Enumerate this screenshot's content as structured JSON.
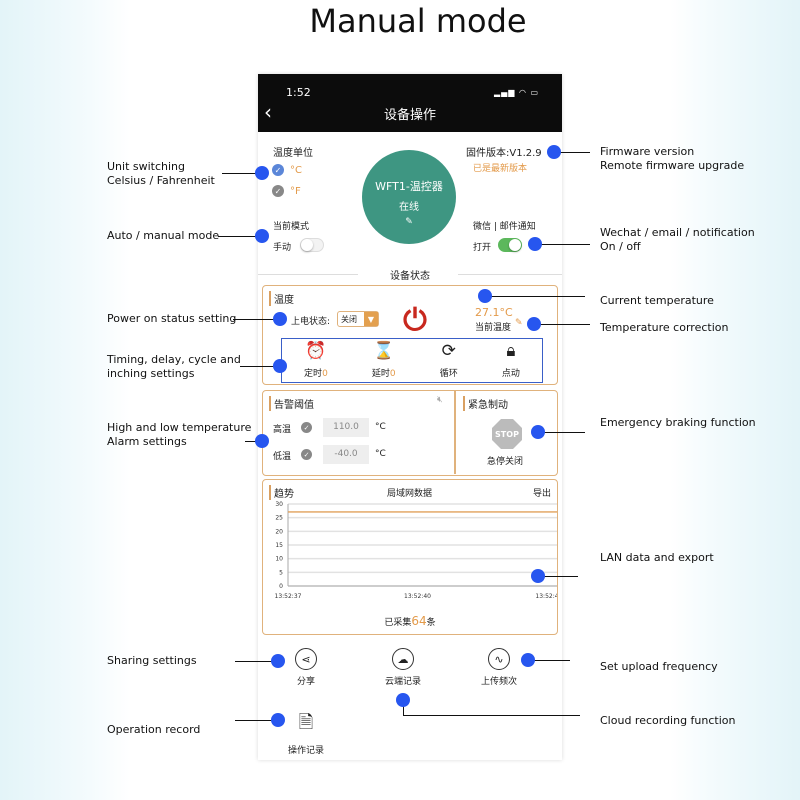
{
  "title": "Manual mode",
  "phone": {
    "status_time": "1:52",
    "header_title": "设备操作",
    "unit": {
      "label": "温度单位",
      "celsius": "°C",
      "fahrenheit": "°F",
      "selected": "°C"
    },
    "device": {
      "name": "WFT1-温控器",
      "status": "在线"
    },
    "firmware": {
      "label": "固件版本:V1.2.9",
      "status": "已是最新版本"
    },
    "mode": {
      "label": "当前模式",
      "value": "手动",
      "on": false
    },
    "notify": {
      "label": "微信 | 邮件通知",
      "value": "打开",
      "on": true
    },
    "section_title": "设备状态",
    "temp_box": {
      "header": "温度",
      "power_label": "上电状态:",
      "power_value": "关闭",
      "current_temp": "27.1°C",
      "current_label": "当前温度",
      "functions": [
        {
          "label": "定时",
          "count": "0",
          "icon": "alarm-clock-icon"
        },
        {
          "label": "延时",
          "count": "0",
          "icon": "hourglass-icon"
        },
        {
          "label": "循环",
          "count": "",
          "icon": "cycle-icon"
        },
        {
          "label": "点动",
          "count": "",
          "icon": "lock-icon"
        }
      ]
    },
    "alarm": {
      "header": "告警阈值",
      "high_label": "高温",
      "high_value": "110.0",
      "low_label": "低温",
      "low_value": "-40.0",
      "unit": "°C"
    },
    "emergency": {
      "header": "紧急制动",
      "stop_text": "STOP",
      "label": "急停关闭"
    },
    "trend": {
      "header": "趋势",
      "center": "局域网数据",
      "export": "导出",
      "collected_prefix": "已采集",
      "collected_count": "64",
      "collected_suffix": "条"
    },
    "bottom": {
      "share": "分享",
      "cloud": "云端记录",
      "upload": "上传频次",
      "record": "操作记录"
    }
  },
  "chart_data": {
    "type": "line",
    "x": [
      "13:52:37",
      "13:52:40",
      "13:52:4"
    ],
    "y_ticks": [
      0,
      5,
      10,
      15,
      20,
      25,
      30
    ],
    "ylim": [
      0,
      30
    ],
    "series": [
      {
        "values": [
          27.1,
          27.1,
          27.1
        ],
        "color": "#e0a05a"
      }
    ],
    "grid": true
  },
  "annotations": {
    "unit": [
      "Unit switching",
      "Celsius / Fahrenheit"
    ],
    "mode": [
      "Auto / manual mode"
    ],
    "power": [
      "Power on status setting"
    ],
    "timing": [
      "Timing, delay, cycle and",
      "inching settings"
    ],
    "alarm": [
      "High and low temperature",
      "Alarm settings"
    ],
    "share": [
      "Sharing settings"
    ],
    "record": [
      "Operation record"
    ],
    "firmware": [
      "Firmware version",
      "Remote firmware upgrade"
    ],
    "notify": [
      "Wechat / email / notification",
      "On / off"
    ],
    "current": [
      "Current temperature"
    ],
    "correction": [
      "Temperature correction"
    ],
    "emergency": [
      "Emergency braking function"
    ],
    "lan": [
      "LAN data and export"
    ],
    "upload": [
      "Set upload frequency"
    ],
    "cloud": [
      "Cloud recording function"
    ]
  },
  "colors": {
    "accent": "#2756ef",
    "teal": "#3e9682",
    "orange": "#e39a4a",
    "power": "#c8281e"
  }
}
